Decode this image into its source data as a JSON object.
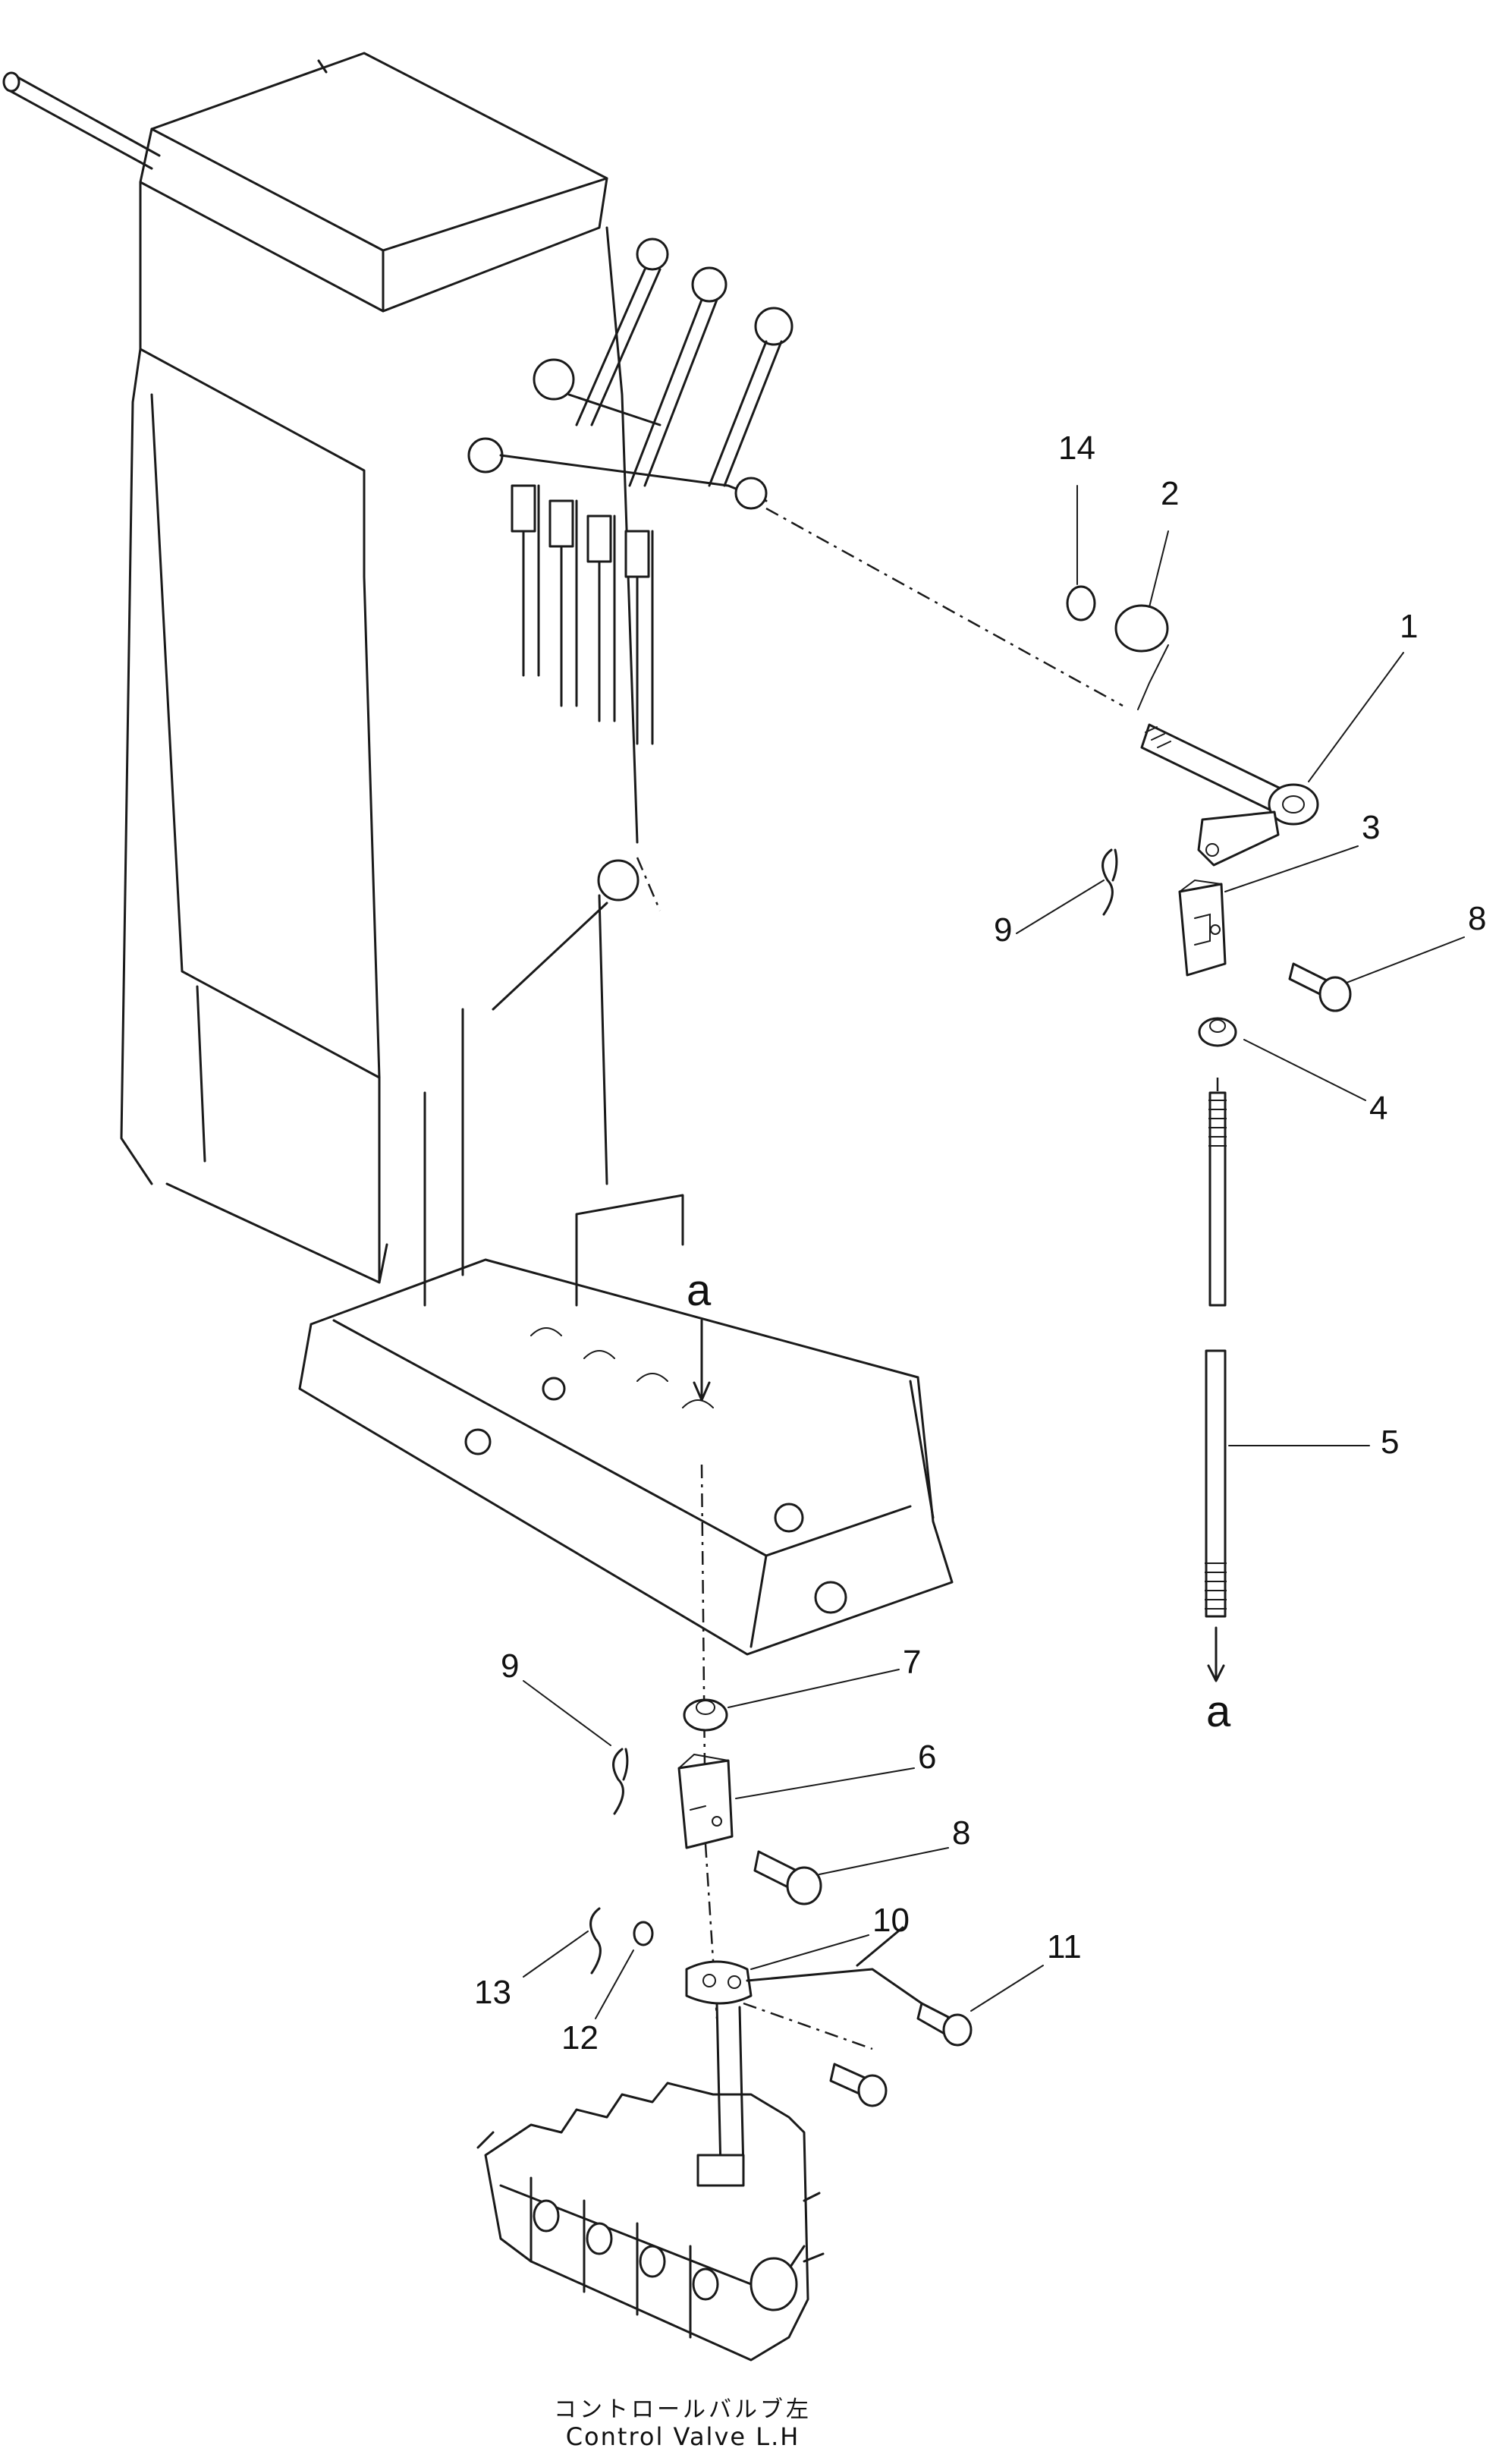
{
  "callouts": {
    "c1": "1",
    "c2": "2",
    "c3": "3",
    "c4": "4",
    "c5": "5",
    "c6": "6",
    "c7": "7",
    "c8a": "8",
    "c8b": "8",
    "c9a": "9",
    "c9b": "9",
    "c10": "10",
    "c11": "11",
    "c12": "12",
    "c13": "13",
    "c14": "14"
  },
  "refs": {
    "a_top": "a",
    "a_bottom": "a"
  },
  "caption": {
    "japanese": "コントロールバルブ左",
    "english": "Control Valve L.H"
  }
}
